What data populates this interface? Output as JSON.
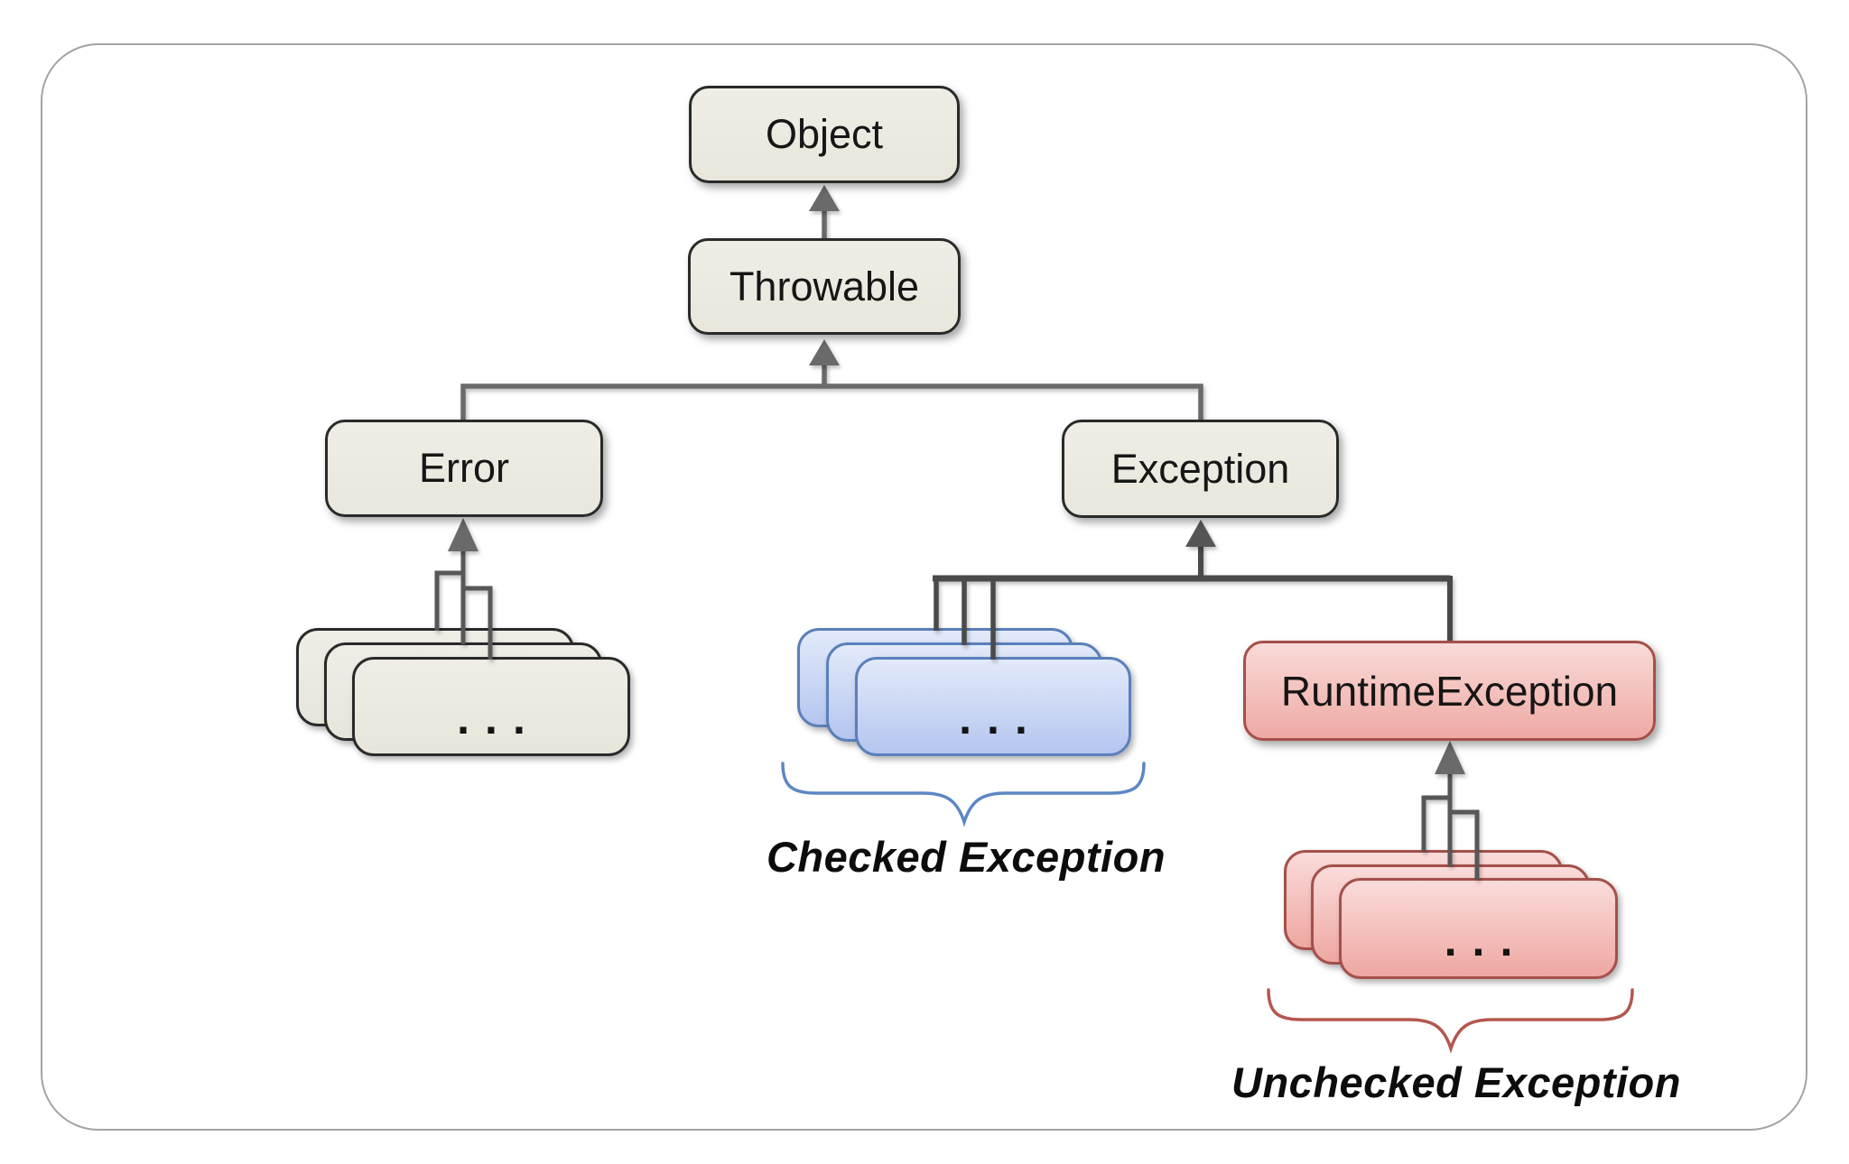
{
  "nodes": {
    "object": "Object",
    "throwable": "Throwable",
    "error": "Error",
    "exception": "Exception",
    "runtime_exception": "RuntimeException"
  },
  "stacks": {
    "error_subclasses": {
      "ellipsis": "..."
    },
    "checked": {
      "ellipsis": "...",
      "caption": "Checked Exception"
    },
    "unchecked": {
      "ellipsis": "...",
      "caption": "Unchecked Exception"
    }
  },
  "hierarchy": {
    "edges": [
      {
        "from": "Throwable",
        "to": "Object"
      },
      {
        "from": "Error",
        "to": "Throwable"
      },
      {
        "from": "Exception",
        "to": "Throwable"
      },
      {
        "from": "error-subclasses",
        "to": "Error"
      },
      {
        "from": "checked-exception-subclasses",
        "to": "Exception"
      },
      {
        "from": "RuntimeException",
        "to": "Exception"
      },
      {
        "from": "unchecked-exception-subclasses",
        "to": "RuntimeException"
      }
    ]
  },
  "colors": {
    "connector_gray": "#6a6a6a",
    "connector_dark": "#4a4a4a",
    "merge_gray": "#575757",
    "arrowhead_gray": "#6a6a6a",
    "arrowhead_dark": "#565656",
    "brace_blue": "#5d87c3",
    "brace_red": "#b4574f",
    "beige_fill": "#edebe2",
    "beige_border": "#2a2a2a",
    "blue_fill_top": "#e2eafa",
    "blue_fill_bottom": "#b5c5ef",
    "blue_border": "#5a80ba",
    "red_fill_top": "#fadcda",
    "red_fill_bottom": "#efa7a2",
    "red_border": "#a5504b"
  }
}
